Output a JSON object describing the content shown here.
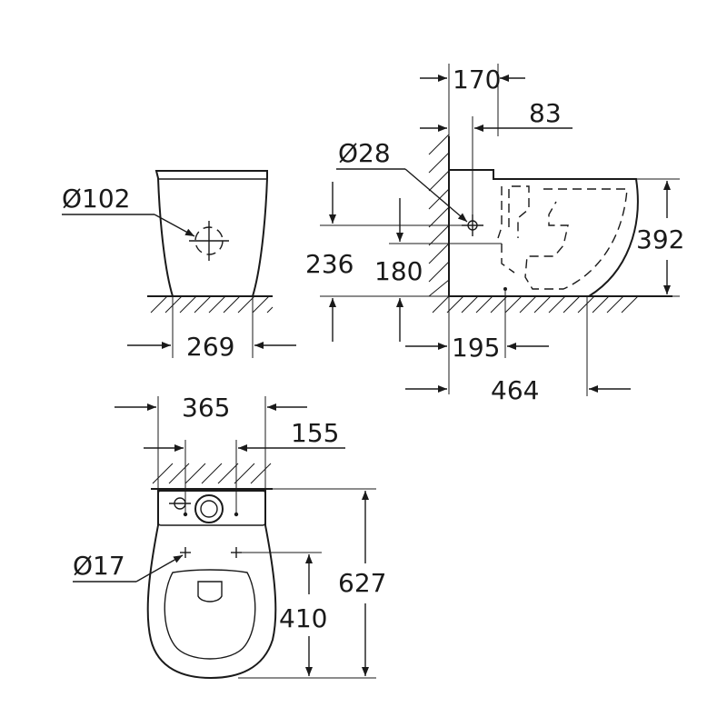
{
  "views": {
    "front": {
      "outlet_diameter": "Ø102",
      "width": "269"
    },
    "side": {
      "top_offset": "170",
      "inlet_offset": "83",
      "inlet_diameter": "Ø28",
      "inlet_height": "236",
      "outlet_height": "180",
      "height": "392",
      "outlet_distance": "195",
      "depth": "464"
    },
    "top": {
      "width": "365",
      "fixing_spacing": "155",
      "fixing_hole_diameter": "Ø17",
      "fixing_distance": "410",
      "length": "627"
    }
  }
}
